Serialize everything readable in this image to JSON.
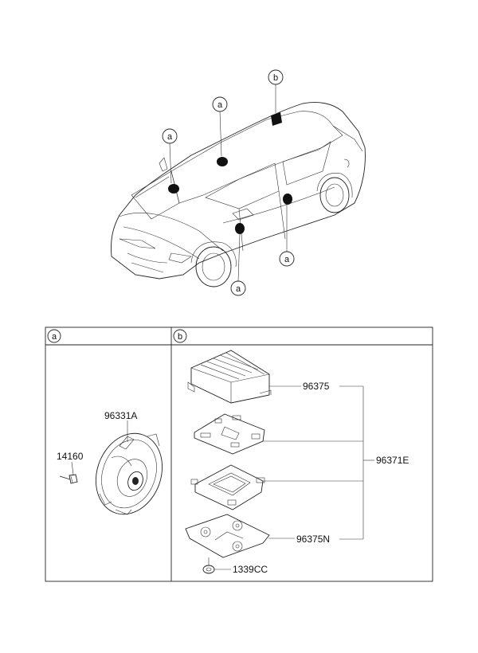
{
  "diagram": {
    "callouts": {
      "a": "a",
      "b": "b"
    },
    "sections": [
      {
        "id": "a",
        "label": "a"
      },
      {
        "id": "b",
        "label": "b"
      }
    ],
    "parts": {
      "speaker": "96331A",
      "screw": "14160",
      "amp_cover": "96375",
      "amp_assembly": "96371E",
      "amp_bracket": "96375N",
      "nut": "1339CC"
    }
  }
}
